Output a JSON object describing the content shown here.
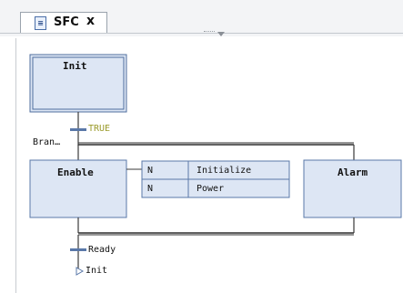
{
  "tab": {
    "label": "SFC",
    "close": "x",
    "icon": "sfc-document-icon"
  },
  "steps": {
    "init": "Init",
    "enable": "Enable",
    "alarm": "Alarm"
  },
  "transitions": {
    "t1": "TRUE",
    "t2": "Ready"
  },
  "branch_label": "Bran…",
  "jump_target": "Init",
  "actions": [
    {
      "qualifier": "N",
      "name": "Initialize"
    },
    {
      "qualifier": "N",
      "name": "Power"
    }
  ],
  "colors": {
    "step_fill": "#dde6f4",
    "step_border": "#5a78a8",
    "transition_text": "#9a9a2a"
  }
}
